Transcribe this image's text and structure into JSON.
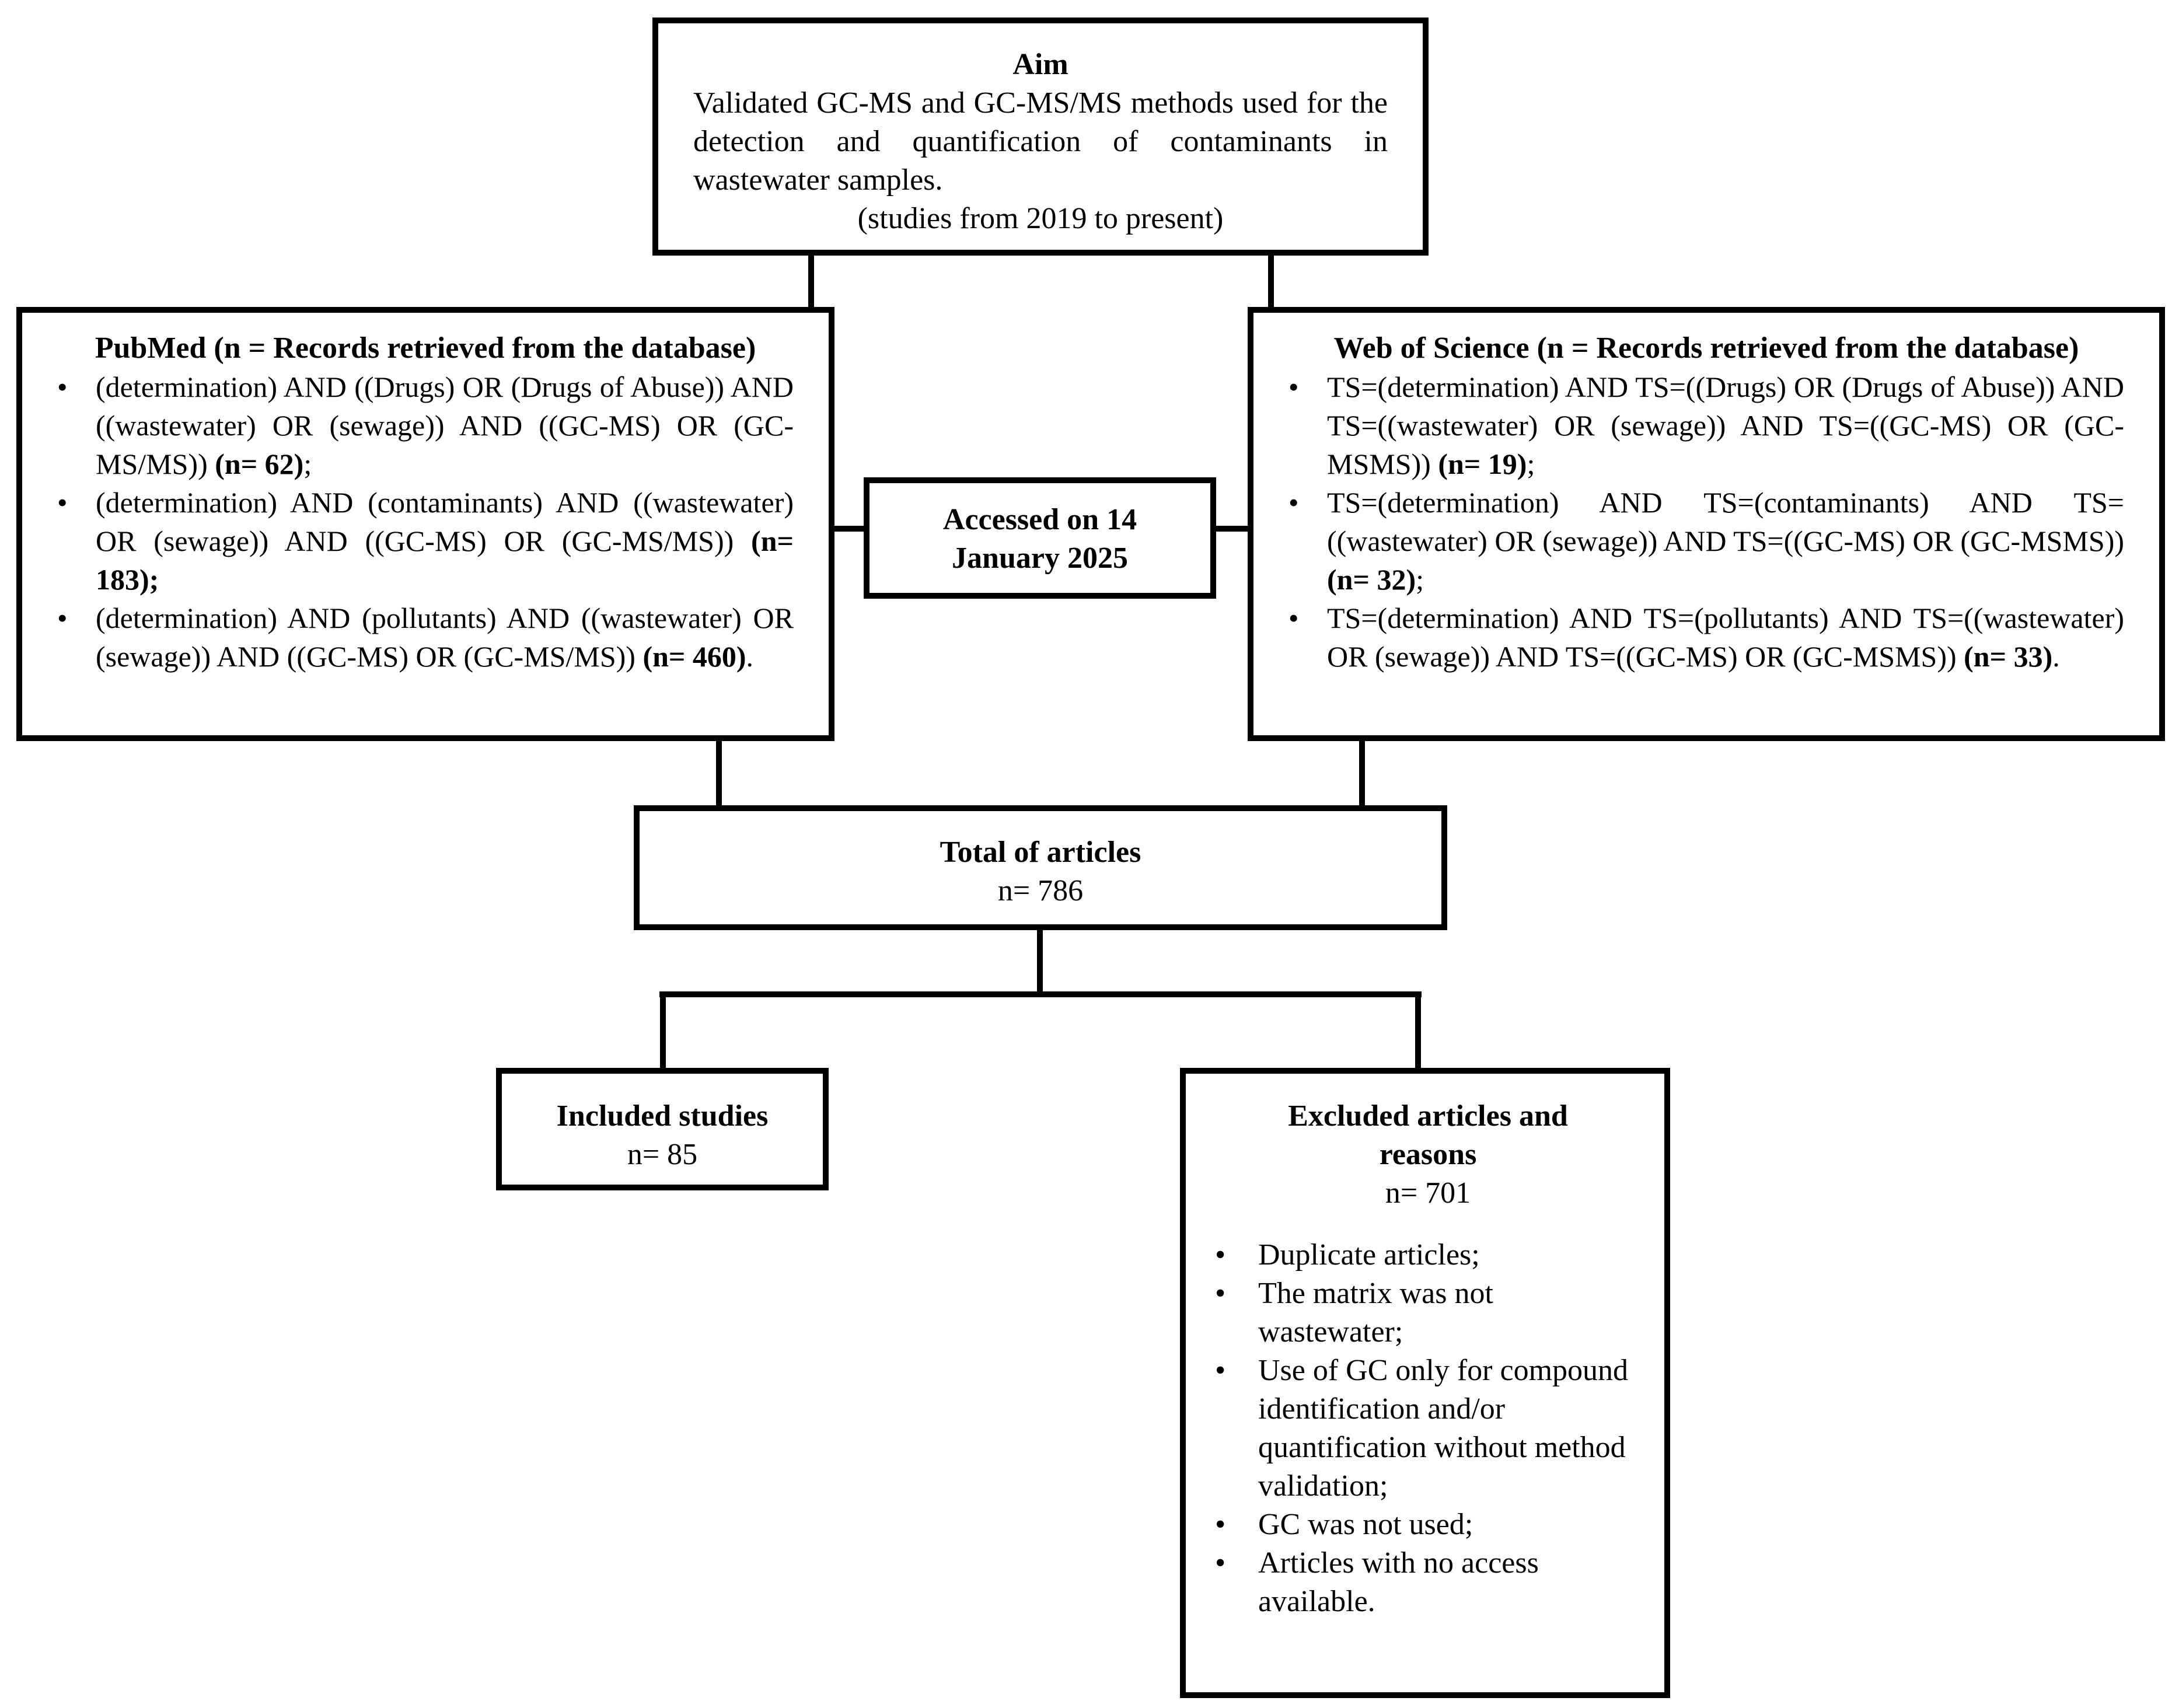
{
  "aim": {
    "title": "Aim",
    "description": "Validated GC-MS and GC-MS/MS methods used for the detection and quantification of contaminants in wastewater samples.",
    "period": "(studies from 2019 to present)"
  },
  "pubmed": {
    "title": "PubMed (n = Records retrieved from the database)",
    "queries": [
      {
        "text": "(determination) AND ((Drugs) OR (Drugs of Abuse)) AND ((wastewater) OR (sewage)) AND ((GC-MS) OR (GC-MS/MS))",
        "count": "(n= 62)",
        "end": ";"
      },
      {
        "text": "(determination) AND (contaminants) AND ((wastewater) OR (sewage)) AND ((GC-MS) OR (GC-MS/MS))",
        "count": "(n= 183);",
        "end": ""
      },
      {
        "text": "(determination) AND (pollutants) AND ((wastewater) OR (sewage)) AND ((GC-MS) OR (GC-MS/MS))",
        "count": "(n= 460)",
        "end": "."
      }
    ]
  },
  "web_of_science": {
    "title": "Web of Science (n = Records retrieved from the database)",
    "queries": [
      {
        "text": "TS=(determination) AND TS=((Drugs) OR (Drugs of Abuse)) AND TS=((wastewater) OR (sewage)) AND TS=((GC-MS) OR (GC-MSMS))",
        "count": "(n= 19)",
        "end": ";"
      },
      {
        "text": "TS=(determination) AND TS=(contaminants) AND TS=((wastewater) OR (sewage)) AND TS=((GC-MS) OR (GC-MSMS))",
        "count": "(n= 32)",
        "end": ";"
      },
      {
        "text": "TS=(determination) AND TS=(pollutants) AND TS=((wastewater) OR (sewage)) AND TS=((GC-MS) OR (GC-MSMS))",
        "count": "(n= 33)",
        "end": "."
      }
    ]
  },
  "accessed": {
    "line1": "Accessed on 14",
    "line2": "January 2025"
  },
  "total": {
    "title": "Total of articles",
    "count": "n= 786"
  },
  "included": {
    "title": "Included studies",
    "count": "n= 85"
  },
  "excluded": {
    "title_line1": "Excluded articles and",
    "title_line2": "reasons",
    "count": "n= 701",
    "reasons": [
      "Duplicate articles;",
      "The matrix was not wastewater;",
      "Use of GC only for compound identification and/or quantification without method validation;",
      "GC was not used;",
      "Articles with no access available."
    ]
  }
}
